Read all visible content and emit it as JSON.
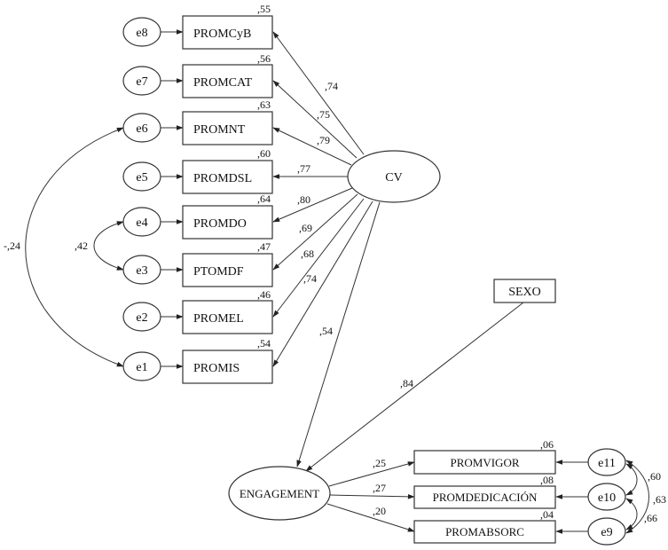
{
  "title": "Structural equation model: CV, ENGAGEMENT and SEXO",
  "latent_variables": [
    {
      "id": "CV",
      "label": "CV"
    },
    {
      "id": "ENG",
      "label": "ENGAGEMENT"
    }
  ],
  "observed_exogenous": [
    {
      "id": "SEXO",
      "label": "SEXO"
    }
  ],
  "cv_indicators": [
    {
      "id": "PROMCyB",
      "label": "PROMCyB",
      "error": "e8",
      "r2": ",55",
      "loading": ",74"
    },
    {
      "id": "PROMCAT",
      "label": "PROMCAT",
      "error": "e7",
      "r2": ",56",
      "loading": ",75"
    },
    {
      "id": "PROMNT",
      "label": "PROMNT",
      "error": "e6",
      "r2": ",63",
      "loading": ",79"
    },
    {
      "id": "PROMDSL",
      "label": "PROMDSL",
      "error": "e5",
      "r2": ",60",
      "loading": ",77"
    },
    {
      "id": "PROMDO",
      "label": "PROMDO",
      "error": "e4",
      "r2": ",64",
      "loading": ",80"
    },
    {
      "id": "PTOMDF",
      "label": "PTOMDF",
      "error": "e3",
      "r2": ",47",
      "loading": ",69"
    },
    {
      "id": "PROMEL",
      "label": "PROMEL",
      "error": "e2",
      "r2": ",46",
      "loading": ",68"
    },
    {
      "id": "PROMIS",
      "label": "PROMIS",
      "error": "e1",
      "r2": ",54",
      "loading": ",74"
    }
  ],
  "engagement_indicators": [
    {
      "id": "PROMVIGOR",
      "label": "PROMVIGOR",
      "error": "e11",
      "r2": ",06",
      "loading": ",25"
    },
    {
      "id": "PROMDEDICACION",
      "label": "PROMDEDICACIÓN",
      "error": "e10",
      "r2": ",08",
      "loading": ",27"
    },
    {
      "id": "PROMABSORC",
      "label": "PROMABSORC",
      "error": "e9",
      "r2": ",04",
      "loading": ",20"
    }
  ],
  "structural_paths": [
    {
      "from": "CV",
      "to": "ENGAGEMENT",
      "coef": ",54"
    },
    {
      "from": "SEXO",
      "to": "ENGAGEMENT",
      "coef": ",84"
    }
  ],
  "covariances": [
    {
      "a": "e6",
      "b": "e1",
      "coef": "-,24"
    },
    {
      "a": "e4",
      "b": "e3",
      "coef": ",42"
    },
    {
      "a": "e11",
      "b": "e10",
      "coef": ",60"
    },
    {
      "a": "e11",
      "b": "e9",
      "coef": ",63"
    },
    {
      "a": "e10",
      "b": "e9",
      "coef": ",66"
    }
  ]
}
